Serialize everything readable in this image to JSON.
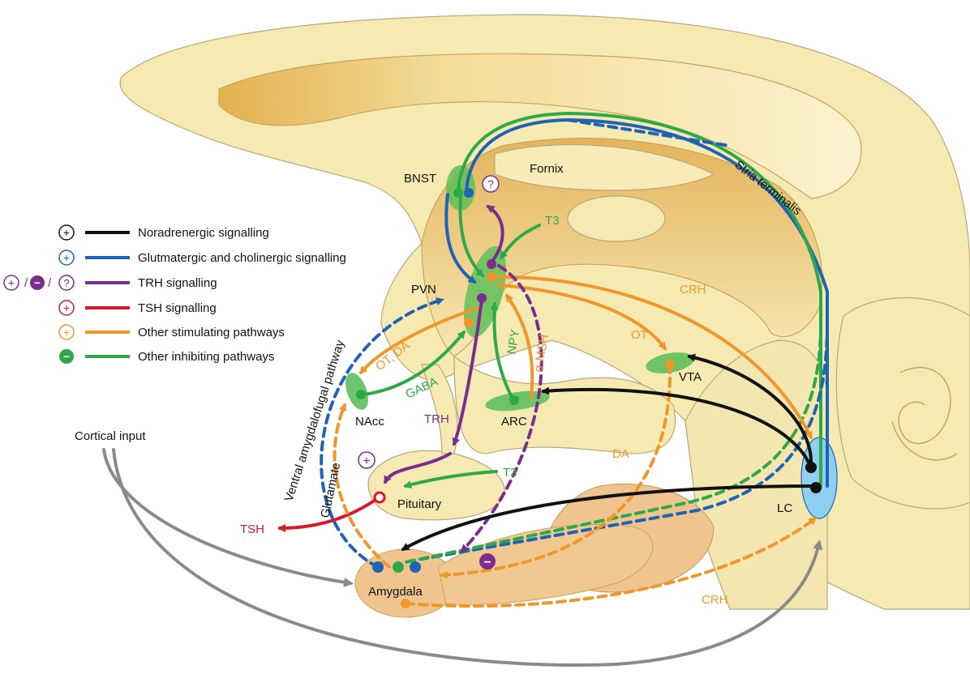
{
  "colors": {
    "noradrenergic": "#111111",
    "glutamatergic": "#1f63b4",
    "trh": "#7b2d8e",
    "tsh": "#d7192b",
    "stimulating": "#f0962a",
    "inhibiting": "#2fa84a",
    "cortical": "#8a8a8a",
    "brain_light": "#f6eab3",
    "brain_dark": "#e3b45a",
    "nucleus_green": "#5fbf5b",
    "amygdala": "#efc48f",
    "lc_blue": "#8fd0f0"
  },
  "legend": [
    {
      "symbol": "+",
      "label": "Noradrenergic signalling"
    },
    {
      "symbol": "+",
      "label": "Glutmatergic and cholinergic signalling"
    },
    {
      "symbol": "+/−/?",
      "label": "TRH signalling"
    },
    {
      "symbol": "+",
      "label": "TSH signalling"
    },
    {
      "symbol": "+",
      "label": "Other stimulating pathways"
    },
    {
      "symbol": "−",
      "label": "Other inhibiting pathways"
    }
  ],
  "labels": {
    "bnst": "BNST",
    "fornix": "Fornix",
    "stria": "Stria terminalis",
    "t3_top": "T3",
    "pvn": "PVN",
    "crh_top": "CRH",
    "ot_right": "OT",
    "vta": "VTA",
    "ot_da": "OT, DA",
    "npy": "NPY",
    "amsh": "α-MSH",
    "gaba": "GABA",
    "nacc": "NAcc",
    "arc": "ARC",
    "trh": "TRH",
    "ventral": "Ventral amygdalofugal pathway",
    "glutamate": "Glutamate",
    "cortical": "Cortical input",
    "t3_bottom": "T3",
    "pituitary": "Pituitary",
    "da": "DA",
    "lc": "LC",
    "tsh": "TSH",
    "crh_bottom": "CRH",
    "amygdala": "Amygdala",
    "question": "?",
    "plus": "+",
    "minus": "−"
  }
}
